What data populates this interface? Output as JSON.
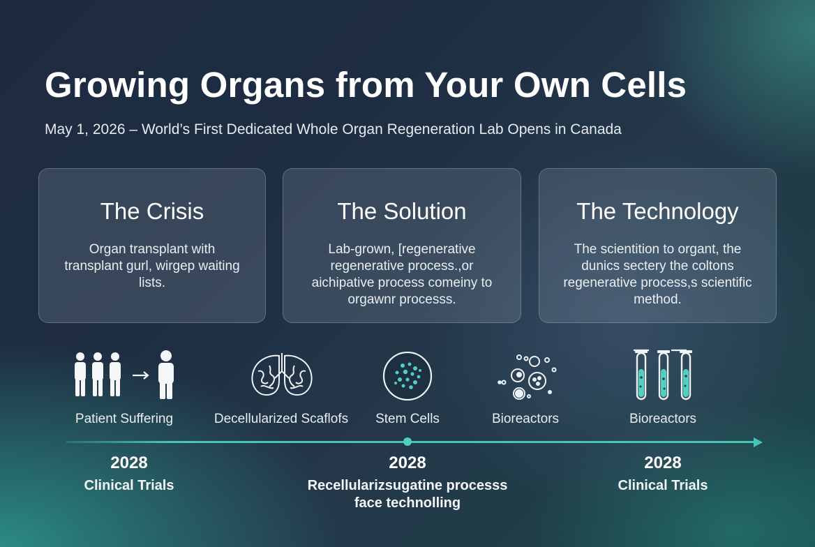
{
  "header": {
    "title": "Growing Organs from Your Own Cells",
    "subtitle": "May 1, 2026 – World’s First Dedicated Whole Organ Regeneration Lab Opens in Canada"
  },
  "cards": [
    {
      "title": "The Crisis",
      "body": "Organ transplant with transplant gurl, wirgep waiting lists."
    },
    {
      "title": "The Solution",
      "body": "Lab-grown, [regenerative regenerative process.,or aichipative process comeiny to orgawnr processs."
    },
    {
      "title": "The Technology",
      "body": "The scientition to organt, the dunics sectery the coltons regenerative process,s scientific method."
    }
  ],
  "steps": [
    {
      "label": "Patient Suffering",
      "icon": "patients-to-patient-icon"
    },
    {
      "label": "Decellularized Scaflofs",
      "icon": "lungs-scaffold-icon"
    },
    {
      "label": "Stem Cells",
      "icon": "stem-cells-icon"
    },
    {
      "label": "Bioreactors",
      "icon": "cells-cluster-icon"
    },
    {
      "label": "Bioreactors",
      "icon": "test-tubes-icon"
    }
  ],
  "milestones": [
    {
      "year": "2028",
      "desc": "Clinical Trials",
      "desc2": ""
    },
    {
      "year": "2028",
      "desc": "Recellularizsugatine processs",
      "desc2": "face technolling"
    },
    {
      "year": "2028",
      "desc": "Clinical Trials",
      "desc2": ""
    }
  ],
  "colors": {
    "accent": "#48c6b4",
    "background": "#1f2d42"
  }
}
